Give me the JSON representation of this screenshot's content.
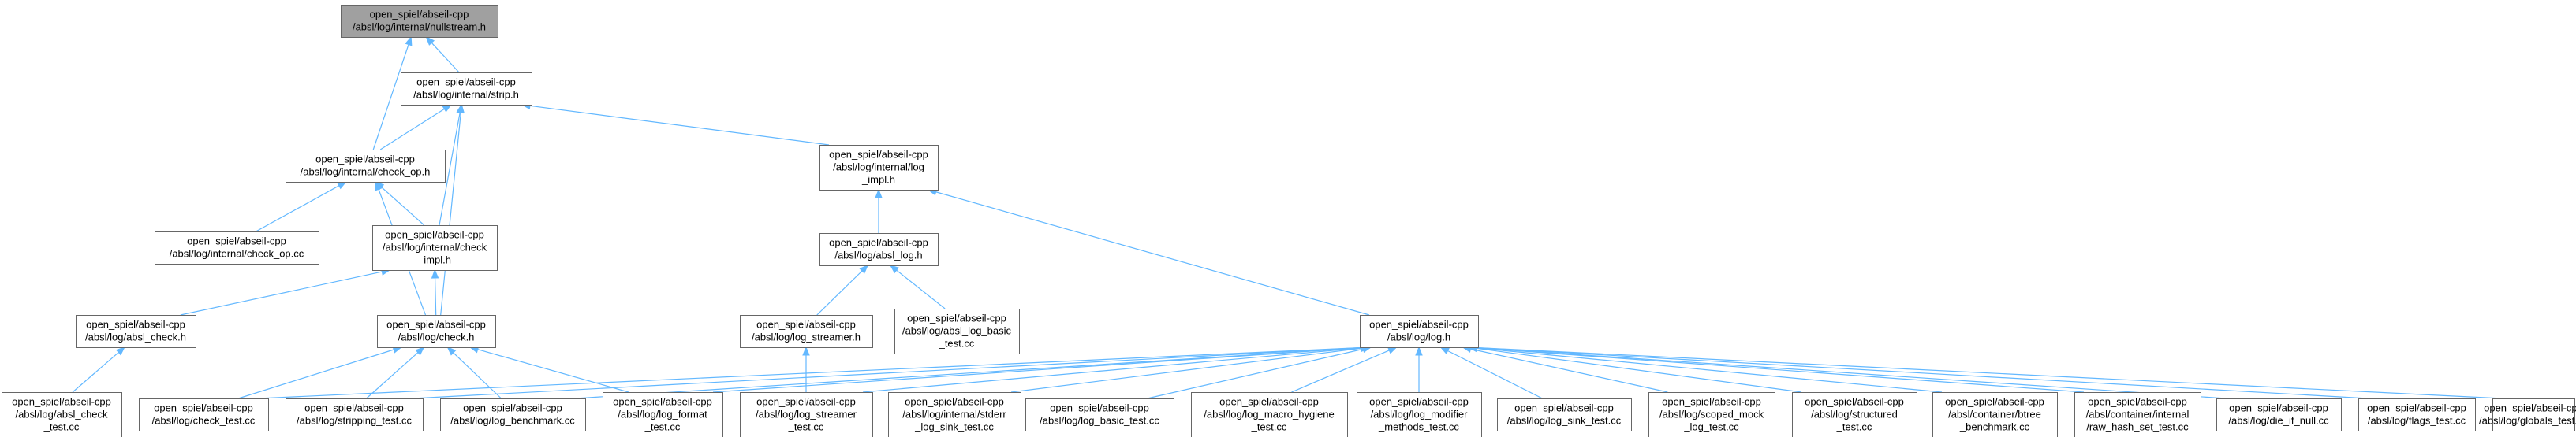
{
  "nodes": [
    {
      "id": "nullstream",
      "lines": [
        "open_spiel/abseil-cpp",
        "/absl/log/internal/nullstream.h"
      ],
      "root": true
    },
    {
      "id": "strip",
      "lines": [
        "open_spiel/abseil-cpp",
        "/absl/log/internal/strip.h"
      ]
    },
    {
      "id": "check_op_h",
      "lines": [
        "open_spiel/abseil-cpp",
        "/absl/log/internal/check_op.h"
      ]
    },
    {
      "id": "log_impl",
      "lines": [
        "open_spiel/abseil-cpp",
        "/absl/log/internal/log",
        "_impl.h"
      ]
    },
    {
      "id": "check_op_cc",
      "lines": [
        "open_spiel/abseil-cpp",
        "/absl/log/internal/check_op.cc"
      ]
    },
    {
      "id": "check_impl",
      "lines": [
        "open_spiel/abseil-cpp",
        "/absl/log/internal/check",
        "_impl.h"
      ]
    },
    {
      "id": "absl_log",
      "lines": [
        "open_spiel/abseil-cpp",
        "/absl/log/absl_log.h"
      ]
    },
    {
      "id": "absl_check",
      "lines": [
        "open_spiel/abseil-cpp",
        "/absl/log/absl_check.h"
      ]
    },
    {
      "id": "check_h",
      "lines": [
        "open_spiel/abseil-cpp",
        "/absl/log/check.h"
      ]
    },
    {
      "id": "log_streamer",
      "lines": [
        "open_spiel/abseil-cpp",
        "/absl/log/log_streamer.h"
      ]
    },
    {
      "id": "absl_log_basic_test",
      "lines": [
        "open_spiel/abseil-cpp",
        "/absl/log/absl_log_basic",
        "_test.cc"
      ]
    },
    {
      "id": "log_h",
      "lines": [
        "open_spiel/abseil-cpp",
        "/absl/log/log.h"
      ]
    },
    {
      "id": "absl_check_test",
      "lines": [
        "open_spiel/abseil-cpp",
        "/absl/log/absl_check",
        "_test.cc"
      ]
    },
    {
      "id": "check_test",
      "lines": [
        "open_spiel/abseil-cpp",
        "/absl/log/check_test.cc"
      ]
    },
    {
      "id": "stripping_test",
      "lines": [
        "open_spiel/abseil-cpp",
        "/absl/log/stripping_test.cc"
      ]
    },
    {
      "id": "log_benchmark",
      "lines": [
        "open_spiel/abseil-cpp",
        "/absl/log/log_benchmark.cc"
      ]
    },
    {
      "id": "log_format_test",
      "lines": [
        "open_spiel/abseil-cpp",
        "/absl/log/log_format",
        "_test.cc"
      ]
    },
    {
      "id": "log_streamer_test",
      "lines": [
        "open_spiel/abseil-cpp",
        "/absl/log/log_streamer",
        "_test.cc"
      ]
    },
    {
      "id": "stderr_log_sink_test",
      "lines": [
        "open_spiel/abseil-cpp",
        "/absl/log/internal/stderr",
        "_log_sink_test.cc"
      ]
    },
    {
      "id": "log_basic_test",
      "lines": [
        "open_spiel/abseil-cpp",
        "/absl/log/log_basic_test.cc"
      ]
    },
    {
      "id": "log_macro_hygiene_test",
      "lines": [
        "open_spiel/abseil-cpp",
        "/absl/log/log_macro_hygiene",
        "_test.cc"
      ]
    },
    {
      "id": "log_modifier_methods_test",
      "lines": [
        "open_spiel/abseil-cpp",
        "/absl/log/log_modifier",
        "_methods_test.cc"
      ]
    },
    {
      "id": "log_sink_test",
      "lines": [
        "open_spiel/abseil-cpp",
        "/absl/log/log_sink_test.cc"
      ]
    },
    {
      "id": "scoped_mock_log_test",
      "lines": [
        "open_spiel/abseil-cpp",
        "/absl/log/scoped_mock",
        "_log_test.cc"
      ]
    },
    {
      "id": "structured_test",
      "lines": [
        "open_spiel/abseil-cpp",
        "/absl/log/structured",
        "_test.cc"
      ]
    },
    {
      "id": "btree_benchmark",
      "lines": [
        "open_spiel/abseil-cpp",
        "/absl/container/btree",
        "_benchmark.cc"
      ]
    },
    {
      "id": "raw_hash_set_test",
      "lines": [
        "open_spiel/abseil-cpp",
        "/absl/container/internal",
        "/raw_hash_set_test.cc"
      ]
    },
    {
      "id": "die_if_null",
      "lines": [
        "open_spiel/abseil-cpp",
        "/absl/log/die_if_null.cc"
      ]
    },
    {
      "id": "flags_test",
      "lines": [
        "open_spiel/abseil-cpp",
        "/absl/log/flags_test.cc"
      ]
    },
    {
      "id": "globals_test",
      "lines": [
        "open_spiel/abseil-cpp",
        "/absl/log/globals_test.cc"
      ]
    }
  ],
  "edges": [
    {
      "from": "nullstream",
      "to": "strip"
    },
    {
      "from": "nullstream",
      "to": "check_op_h"
    },
    {
      "from": "strip",
      "to": "check_op_h"
    },
    {
      "from": "strip",
      "to": "log_impl"
    },
    {
      "from": "strip",
      "to": "check_impl"
    },
    {
      "from": "strip",
      "to": "check_h"
    },
    {
      "from": "check_op_h",
      "to": "check_op_cc"
    },
    {
      "from": "check_op_h",
      "to": "check_impl"
    },
    {
      "from": "check_op_h",
      "to": "check_h"
    },
    {
      "from": "log_impl",
      "to": "absl_log"
    },
    {
      "from": "log_impl",
      "to": "log_h"
    },
    {
      "from": "check_impl",
      "to": "absl_check"
    },
    {
      "from": "check_impl",
      "to": "check_h"
    },
    {
      "from": "absl_log",
      "to": "log_streamer"
    },
    {
      "from": "absl_log",
      "to": "absl_log_basic_test"
    },
    {
      "from": "absl_check",
      "to": "absl_check_test"
    },
    {
      "from": "check_h",
      "to": "check_test"
    },
    {
      "from": "check_h",
      "to": "stripping_test"
    },
    {
      "from": "check_h",
      "to": "log_benchmark"
    },
    {
      "from": "check_h",
      "to": "log_format_test"
    },
    {
      "from": "log_streamer",
      "to": "log_streamer_test"
    },
    {
      "from": "log_h",
      "to": "check_test"
    },
    {
      "from": "log_h",
      "to": "stripping_test"
    },
    {
      "from": "log_h",
      "to": "log_benchmark"
    },
    {
      "from": "log_h",
      "to": "log_format_test"
    },
    {
      "from": "log_h",
      "to": "log_streamer_test"
    },
    {
      "from": "log_h",
      "to": "stderr_log_sink_test"
    },
    {
      "from": "log_h",
      "to": "log_basic_test"
    },
    {
      "from": "log_h",
      "to": "log_macro_hygiene_test"
    },
    {
      "from": "log_h",
      "to": "log_modifier_methods_test"
    },
    {
      "from": "log_h",
      "to": "log_sink_test"
    },
    {
      "from": "log_h",
      "to": "scoped_mock_log_test"
    },
    {
      "from": "log_h",
      "to": "structured_test"
    },
    {
      "from": "log_h",
      "to": "btree_benchmark"
    },
    {
      "from": "log_h",
      "to": "raw_hash_set_test"
    },
    {
      "from": "log_h",
      "to": "die_if_null"
    },
    {
      "from": "log_h",
      "to": "flags_test"
    },
    {
      "from": "log_h",
      "to": "globals_test"
    }
  ],
  "colors": {
    "edge": "#63b8ff",
    "node_border": "#666666",
    "root_fill": "#a0a0a0",
    "node_fill": "#ffffff"
  }
}
